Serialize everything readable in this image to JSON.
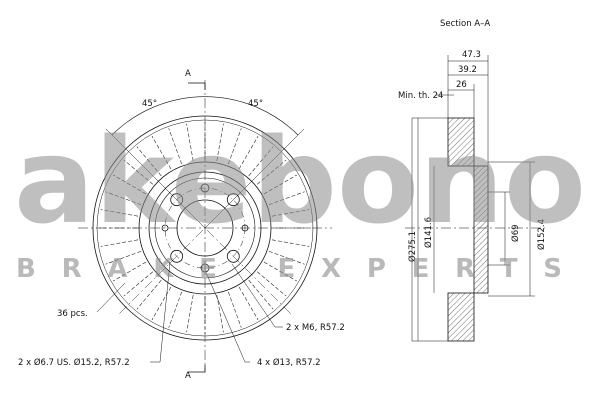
{
  "section_title": "Section A–A",
  "section_marker": "A",
  "front_view": {
    "angle_left": "45°",
    "angle_right": "45°",
    "callout_vanes": "36 pcs.",
    "callout_locating": "2 x Ø6.7 US. Ø15.2, R57.2",
    "callout_thread": "2 x M6, R57.2",
    "callout_bolts": "4 x Ø13, R57.2"
  },
  "section_view": {
    "dim_overall_width": "47.3",
    "dim_hat_height": "39.2",
    "dim_thickness": "26",
    "min_thickness": "Min. th. 24",
    "dia_outer": "Ø275.1",
    "dia_hat": "Ø141.6",
    "dia_center_bore": "Ø69",
    "dia_bolt": "Ø152.4"
  },
  "watermark": {
    "brand": "akebono",
    "tagline": "BRAKE EXPERTS",
    "color": "#8c8c8c"
  }
}
